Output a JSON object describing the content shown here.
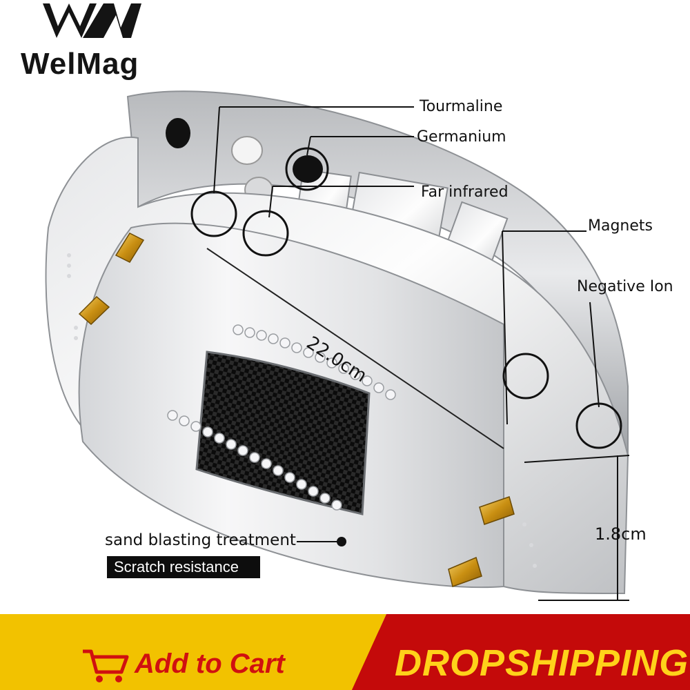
{
  "brand": {
    "name": "WelMag",
    "logo_mark": "WM"
  },
  "callouts": {
    "tourmaline": "Tourmaline",
    "germanium": "Germanium",
    "far_infrared": "Far infrared",
    "magnets": "Magnets",
    "negative_ion": "Negative Ion"
  },
  "dimensions": {
    "length": "22.0cm",
    "width": "1.8cm"
  },
  "features": {
    "treatment": "sand blasting treatment",
    "resistance": "Scratch resistance"
  },
  "banner": {
    "cart_label": "Add to Cart",
    "dropship_label": "DROPSHIPPING"
  },
  "colors": {
    "banner_red": "#d40c0c",
    "banner_yellow": "#f2c200",
    "cart_red": "#d01010",
    "drop_yellow": "#ffd21a",
    "stone_green": "#0f7a2a",
    "stone_red": "#c8101a",
    "gold_accent": "#d9a21f"
  },
  "icons": {
    "cart": "shopping-cart-icon"
  }
}
